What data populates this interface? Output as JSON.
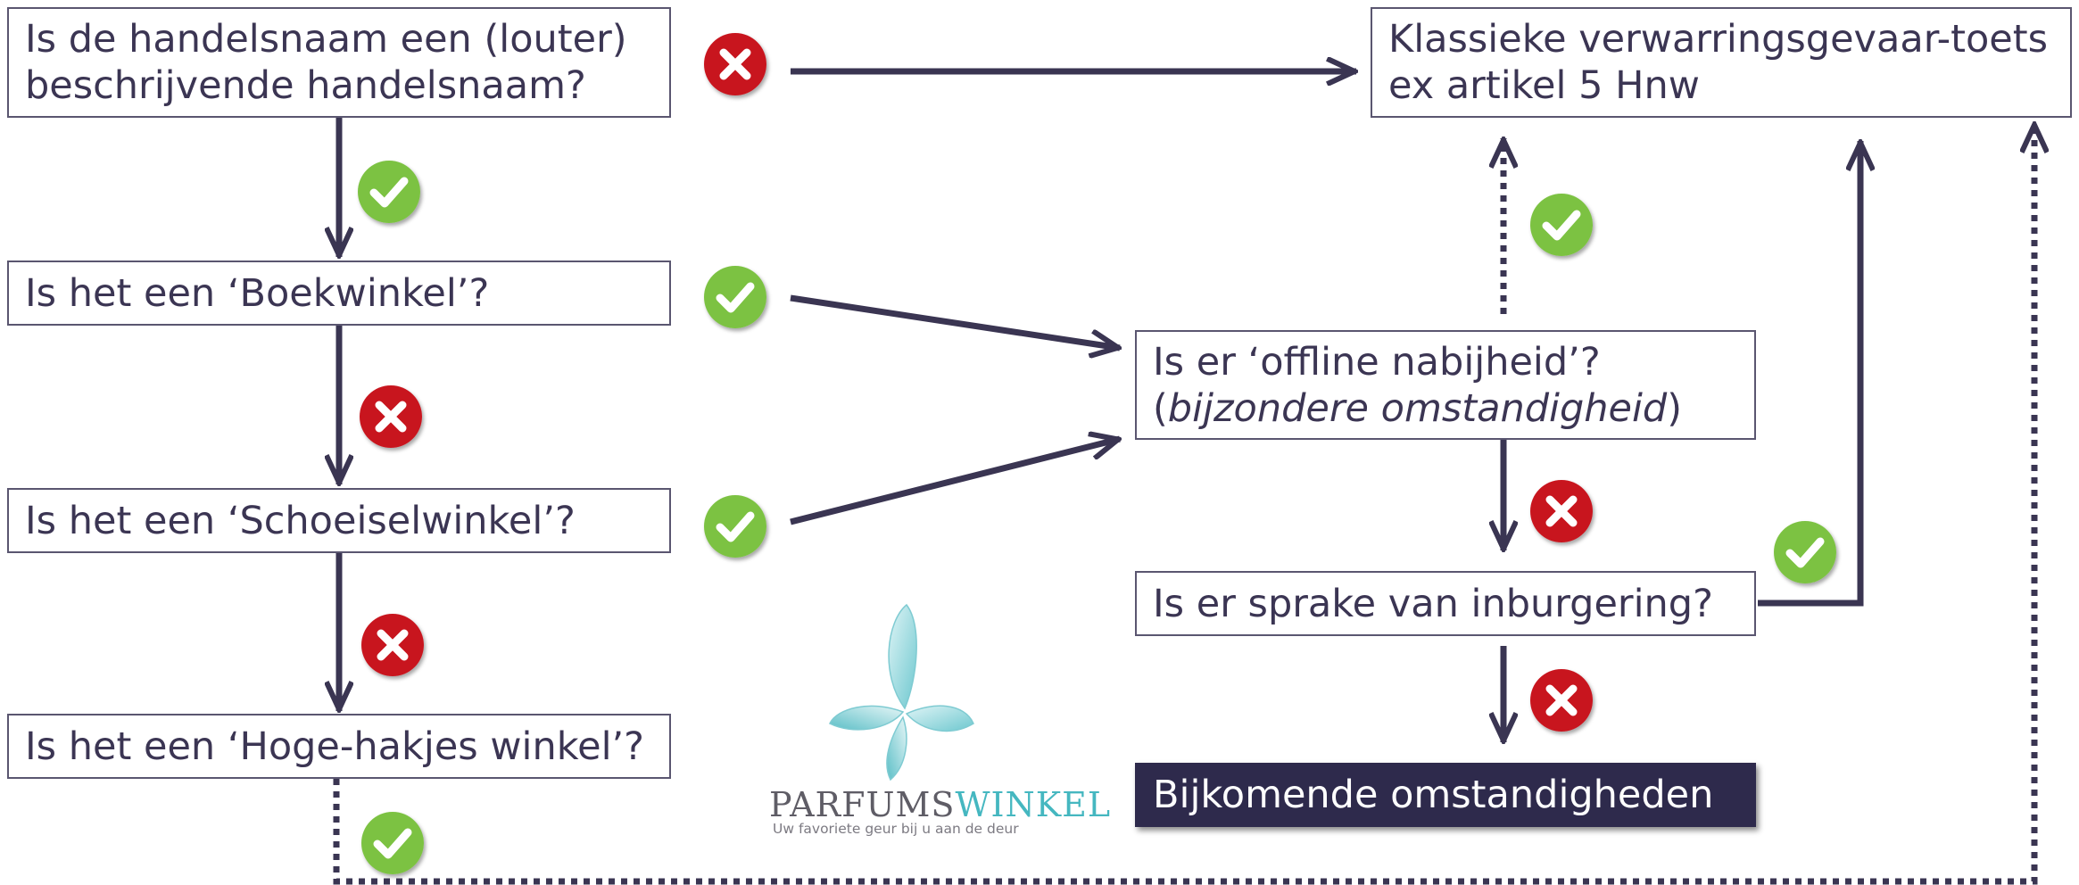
{
  "boxes": {
    "descriptive": {
      "line1": "Is de handelsnaam een (louter)",
      "line2": "beschrijvende handelsnaam?"
    },
    "classic": {
      "line1": "Klassieke verwarringsgevaar-toets",
      "line2": "ex artikel 5 Hnw"
    },
    "boekwinkel": "Is het een ‘Boekwinkel’?",
    "schoeisel": "Is het een ‘Schoeiselwinkel’?",
    "hogehakjes": "Is het een ‘Hoge-hakjes winkel’?",
    "offline": {
      "line1": "Is er ‘offline nabijheid’?",
      "line2_open": "(",
      "line2_italic": "bijzondere omstandigheid",
      "line2_close": ")"
    },
    "inburgering": "Is er sprake van inburgering?",
    "bijkomende": "Bijkomende omstandigheden"
  },
  "logo": {
    "brand_part1": "PARFUMS",
    "brand_part2": "WINKEL",
    "tagline": "Uw favoriete geur bij u aan de deur"
  },
  "badges": {
    "yes": {
      "icon": "check-icon",
      "color": "#7cc242"
    },
    "no": {
      "icon": "cross-icon",
      "color": "#c8151e"
    }
  },
  "colors": {
    "arrow": "#3a3552",
    "box_border": "#5a5670",
    "text": "#3b3553",
    "dark_box": "#2e2a4c",
    "logo_teal": "#45b7c0"
  }
}
